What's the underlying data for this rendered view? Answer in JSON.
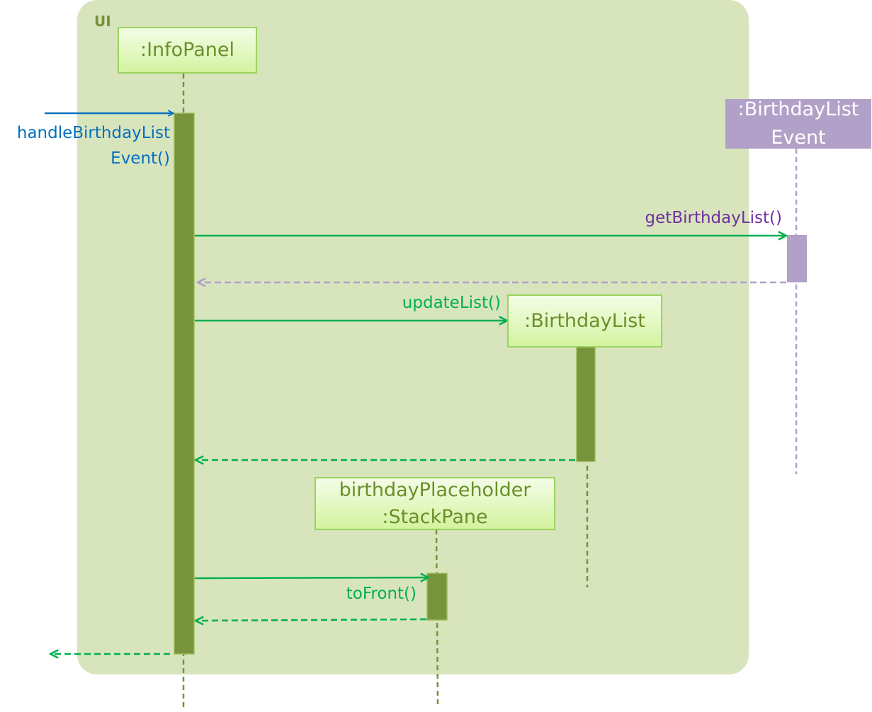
{
  "frame": {
    "label": "UI"
  },
  "participants": {
    "info_panel": ":InfoPanel",
    "birthday_list_event": ":BirthdayList\nEvent",
    "birthday_list": ":BirthdayList",
    "birthday_placeholder": "birthdayPlaceholder\n:StackPane"
  },
  "messages": {
    "handle_event": "handleBirthdayList\nEvent()",
    "get_birthday_list": "getBirthdayList()",
    "update_list": "updateList()",
    "to_front": "toFront()"
  },
  "colors": {
    "frame_fill": "#d8e4bc",
    "frame_label": "#76923c",
    "activation_green": "#77933c",
    "activation_purple": "#b1a0c7",
    "call_arrow": "#00b050",
    "incoming_arrow": "#0070c0",
    "purple_text": "#7030a0",
    "return_purple": "#b1a0c7"
  }
}
